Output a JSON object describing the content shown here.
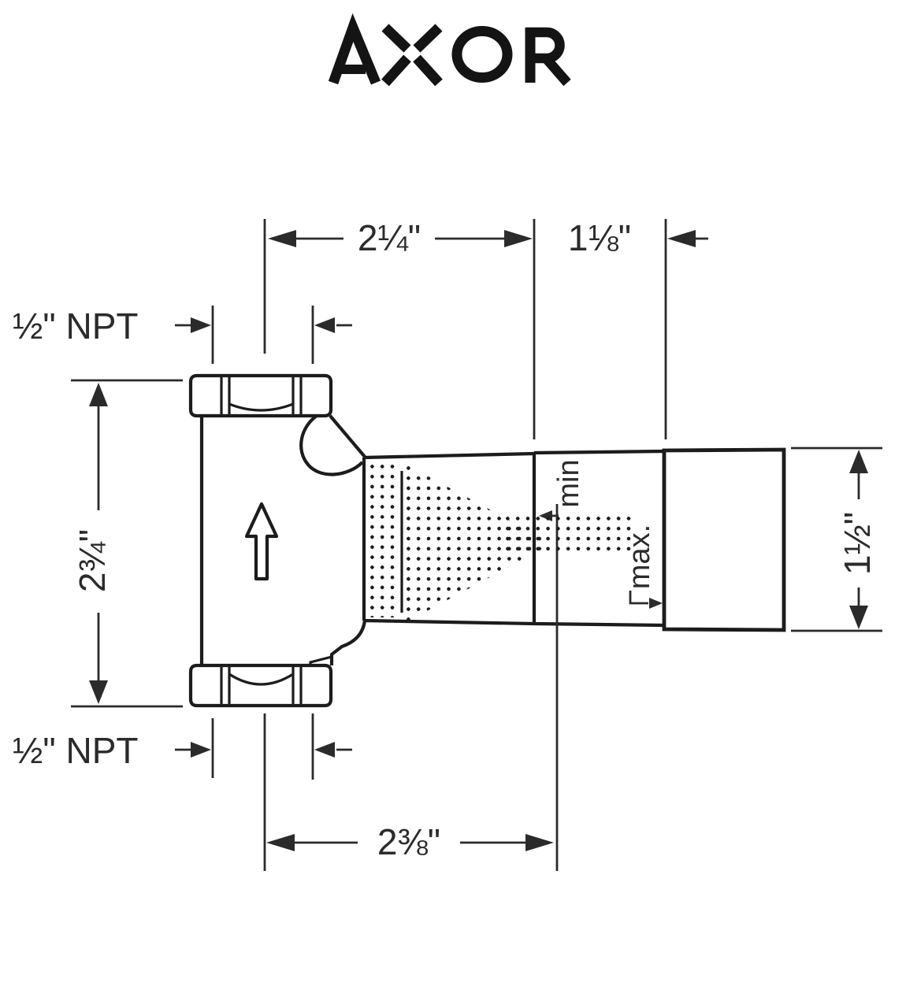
{
  "logo": {
    "text": "AXOR"
  },
  "drawing": {
    "description": "Rough-in valve technical dimension drawing, side view with flow arrow and wall-depth min/max range",
    "dimensions": {
      "top_width": "2¼\"",
      "wall_offset": "1⅛\"",
      "thread_top": "½\" NPT",
      "thread_bottom": "½\" NPT",
      "body_height": "2¾\"",
      "base_width": "2⅜\"",
      "sleeve_height": "1½\"",
      "depth_min": "min",
      "depth_max": "max."
    }
  },
  "colors": {
    "ink": "#2b2b2b",
    "line": "#1c1c1c",
    "dot": "#1c1c1c",
    "bg": "#ffffff",
    "logo": "#141414"
  }
}
